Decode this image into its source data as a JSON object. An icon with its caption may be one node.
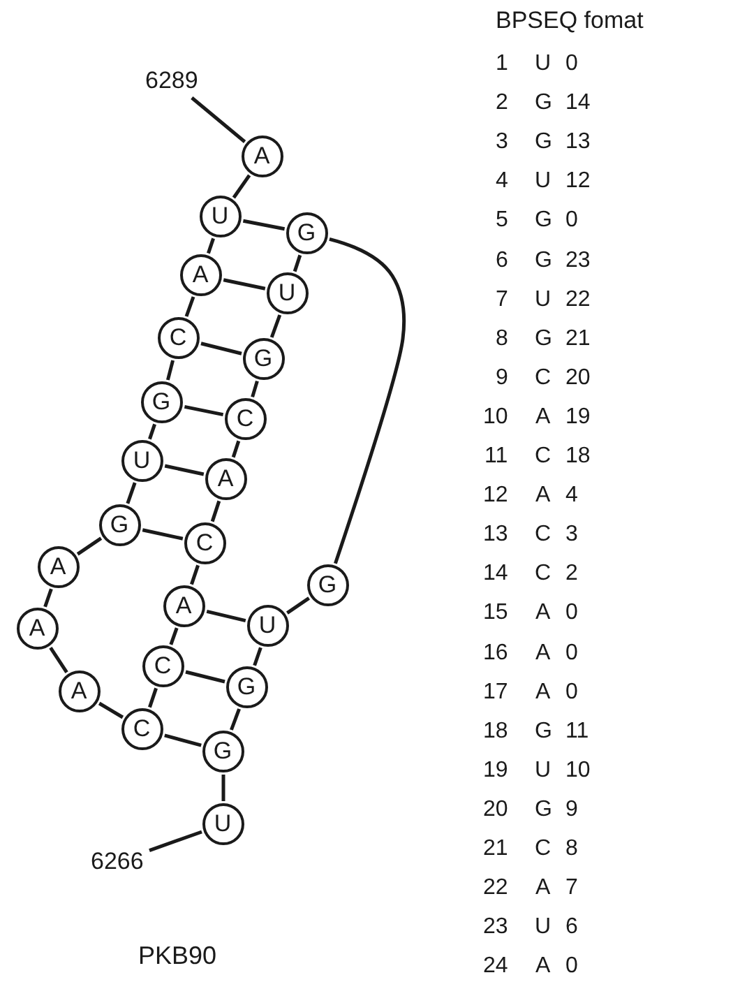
{
  "diagram": {
    "caption": "PKB90",
    "nodes": [
      {
        "text": [
          "U"
        ]
      },
      {
        "text": [
          "G"
        ]
      },
      {
        "text": [
          "G"
        ]
      },
      {
        "text": [
          "U"
        ]
      },
      {
        "text": [
          "G"
        ]
      },
      {
        "text": [
          "G"
        ]
      },
      {
        "text": [
          "U"
        ]
      },
      {
        "text": [
          "G"
        ]
      },
      {
        "text": [
          "C"
        ]
      },
      {
        "text": [
          "A"
        ]
      },
      {
        "text": [
          "C"
        ]
      },
      {
        "text": [
          "A"
        ]
      },
      {
        "text": [
          "C"
        ]
      },
      {
        "text": [
          "C"
        ]
      },
      {
        "text": [
          "A"
        ]
      },
      {
        "text": [
          "A"
        ]
      },
      {
        "text": [
          "A"
        ]
      },
      {
        "text": [
          "G"
        ]
      },
      {
        "text": [
          "U"
        ]
      },
      {
        "text": [
          "G"
        ]
      },
      {
        "text": [
          "C"
        ]
      },
      {
        "text": [
          "A"
        ]
      },
      {
        "text": [
          "U"
        ]
      },
      {
        "text": [
          "A"
        ]
      },
      {
        "text": [
          "6289"
        ]
      },
      {
        "text": [
          "6266"
        ]
      }
    ],
    "edges": [
      {
        "from": 0,
        "to": 1,
        "arrow": "none"
      },
      {
        "from": 1,
        "to": 2,
        "arrow": "none"
      },
      {
        "from": 2,
        "to": 3,
        "arrow": "none"
      },
      {
        "from": 3,
        "to": 4,
        "arrow": "none"
      },
      {
        "from": 4,
        "to": 5,
        "arrow": "none"
      },
      {
        "from": 5,
        "to": 6,
        "arrow": "none"
      },
      {
        "from": 6,
        "to": 7,
        "arrow": "none"
      },
      {
        "from": 7,
        "to": 8,
        "arrow": "none"
      },
      {
        "from": 8,
        "to": 9,
        "arrow": "none"
      },
      {
        "from": 9,
        "to": 10,
        "arrow": "none"
      },
      {
        "from": 10,
        "to": 11,
        "arrow": "none"
      },
      {
        "from": 11,
        "to": 12,
        "arrow": "none"
      },
      {
        "from": 12,
        "to": 13,
        "arrow": "none"
      },
      {
        "from": 13,
        "to": 14,
        "arrow": "none"
      },
      {
        "from": 14,
        "to": 15,
        "arrow": "none"
      },
      {
        "from": 15,
        "to": 16,
        "arrow": "none"
      },
      {
        "from": 16,
        "to": 17,
        "arrow": "none"
      },
      {
        "from": 17,
        "to": 18,
        "arrow": "none"
      },
      {
        "from": 18,
        "to": 19,
        "arrow": "none"
      },
      {
        "from": 19,
        "to": 20,
        "arrow": "none"
      },
      {
        "from": 20,
        "to": 21,
        "arrow": "none"
      },
      {
        "from": 21,
        "to": 22,
        "arrow": "none"
      },
      {
        "from": 22,
        "to": 23,
        "arrow": "none"
      },
      {
        "from": 1,
        "to": 13,
        "arrow": "none"
      },
      {
        "from": 2,
        "to": 12,
        "arrow": "none"
      },
      {
        "from": 3,
        "to": 11,
        "arrow": "none"
      },
      {
        "from": 5,
        "to": 22,
        "arrow": "none"
      },
      {
        "from": 6,
        "to": 21,
        "arrow": "none"
      },
      {
        "from": 7,
        "to": 20,
        "arrow": "none"
      },
      {
        "from": 8,
        "to": 19,
        "arrow": "none"
      },
      {
        "from": 9,
        "to": 18,
        "arrow": "none"
      },
      {
        "from": 10,
        "to": 17,
        "arrow": "none"
      },
      {
        "from": 24,
        "to": 23,
        "arrow": "none"
      },
      {
        "from": 25,
        "to": 0,
        "arrow": "none"
      }
    ],
    "labels": [
      "BPSEQ fomat",
      "1",
      "U",
      "0",
      "2",
      "G",
      "14",
      "3",
      "G",
      "13",
      "4",
      "U",
      "12",
      "5",
      "G",
      "0",
      "6",
      "G",
      "23",
      "7",
      "U",
      "22",
      "8",
      "G",
      "21",
      "9",
      "C",
      "20",
      "10",
      "A",
      "19",
      "11",
      "C",
      "18",
      "12",
      "A",
      "4",
      "13",
      "C",
      "3",
      "14",
      "C",
      "2",
      "15",
      "A",
      "0",
      "16",
      "A",
      "0",
      "17",
      "A",
      "0",
      "18",
      "G",
      "11",
      "19",
      "U",
      "10",
      "20",
      "G",
      "9",
      "21",
      "C",
      "8",
      "22",
      "A",
      "7",
      "23",
      "U",
      "6",
      "24",
      "A",
      "0"
    ]
  }
}
